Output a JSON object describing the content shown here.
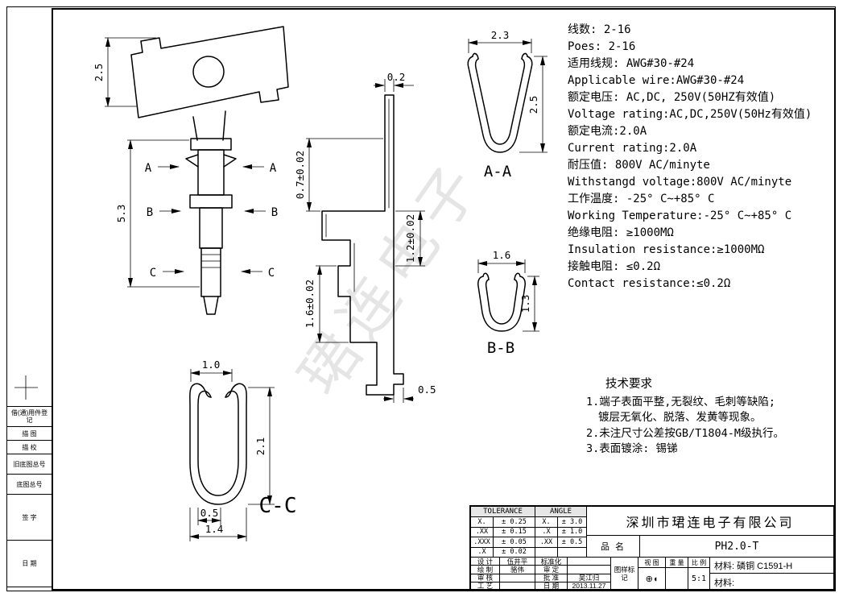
{
  "watermark": "珺连电子",
  "specs": [
    "线数: 2-16",
    "Poes: 2-16",
    "适用线规: AWG#30-#24",
    "Applicable wire:AWG#30-#24",
    "额定电压: AC,DC, 250V(50HZ有效值)",
    "Voltage rating:AC,DC,250V(50Hz有效值)",
    "额定电流:2.0A",
    "Current rating:2.0A",
    "耐压值: 800V AC/minyte",
    "Withstangd voltage:800V AC/minyte",
    "工作温度: -25° C~+85° C",
    "Working Temperature:-25° C~+85° C",
    "绝缘电阻: ≥1000MΩ",
    "Insulation resistance:≥1000MΩ",
    "接触电阻: ≤0.2Ω",
    "Contact resistance:≤0.2Ω"
  ],
  "tech": {
    "title": "技术要求",
    "item1": "1.端子表面平整,无裂纹、毛刺等缺陷;",
    "item1b": "镀层无氧化、脱落、发黄等现象。",
    "item2": "2.未注尺寸公差按GB/T1804-M级执行。",
    "item3": "3.表面镀涂: 锡锑"
  },
  "views": {
    "aa": "A-A",
    "bb": "B-B",
    "cc": "C-C",
    "cut_a": "A",
    "cut_b": "B",
    "cut_c": "C"
  },
  "dims": {
    "strip_h": "2.5",
    "front_h": "5.3",
    "side_t": "0.2",
    "side_d1": "0.7±0.02",
    "side_d2": "1.2±0.02",
    "side_d3": "1.6±0.02",
    "side_foot": "0.5",
    "aa_w": "2.3",
    "aa_h": "2.5",
    "bb_w": "1.6",
    "bb_h": "1.3",
    "cc_w": "1.0",
    "cc_h": "2.1",
    "cc_slot": "0.5",
    "cc_ow": "1.4"
  },
  "titleblock": {
    "tol_header": "TOLERANCE",
    "angle_header": "ANGLE",
    "tol_rows": [
      {
        "l1": "X.",
        "v1": "± 0.25",
        "l2": "X.",
        "v2": "± 3.0"
      },
      {
        "l1": ".XX",
        "v1": "± 0.15",
        "l2": ".X",
        "v2": "± 1.0"
      },
      {
        "l1": ".XXX",
        "v1": "± 0.05",
        "l2": ".XX",
        "v2": "± 0.5"
      },
      {
        "l1": ".X",
        "v1": "± 0.02",
        "l2": "",
        "v2": ""
      }
    ],
    "company": "深圳市珺连电子有限公司",
    "product_label": "品 名",
    "product": "PH2.0-T",
    "rows": {
      "design_label": "设 计",
      "design": "伍井平",
      "std_label": "标准化",
      "std": "",
      "draft_label": "绘 制",
      "draft": "骆伟",
      "review_label": "审 定",
      "review": "",
      "check_label": "审 核",
      "check": "",
      "approve_label": "批 准",
      "approve": "吴江归",
      "craft_label": "工 艺",
      "craft": "",
      "date_label": "日 期",
      "date": "2013.11.27"
    },
    "mark_label": "图样标记",
    "view_label": "视 图",
    "weight_label": "重 量",
    "scale_label": "比 例",
    "scale": "5:1",
    "weight": "",
    "proj_symbol": "⊕◖",
    "material1": "材料: 磷铜 C1591-H",
    "material2": "材料:"
  },
  "margin": {
    "b1": "借(通)用件登记",
    "b2": "描 图",
    "b3": "描 校",
    "b4": "旧底图总号",
    "b5": "底图总号",
    "b6": "签 字",
    "b7": "日 期"
  }
}
